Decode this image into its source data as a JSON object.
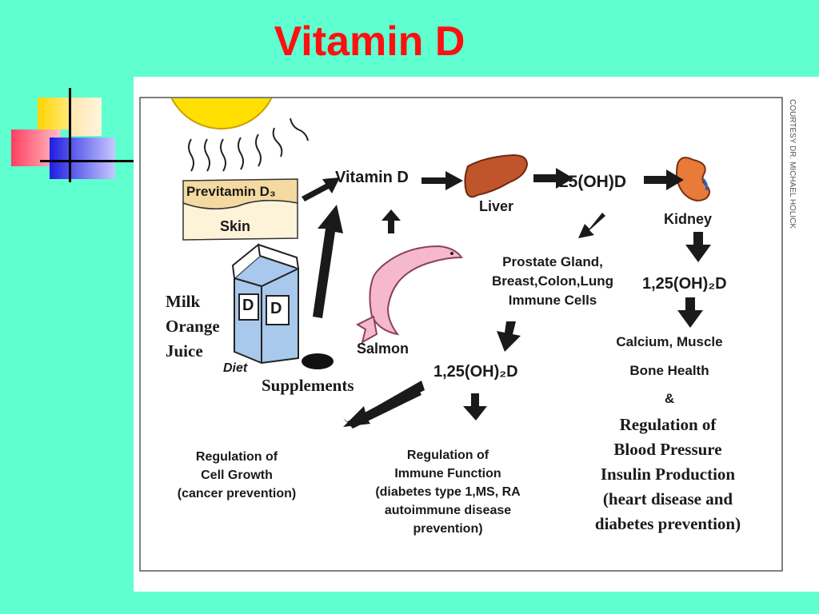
{
  "slide": {
    "title": "Vitamin D",
    "accent_color": "#ff1010",
    "background_color": "#5fffd0"
  },
  "diagram": {
    "credit": "COURTESY DR. MICHAEL HOLICK",
    "previtamin": "Previtamin D₃",
    "skin": "Skin",
    "vitamin_d": "Vitamin D",
    "liver": "Liver",
    "metabolite_25": "25(OH)D",
    "kidney": "Kidney",
    "tissues": [
      "Prostate Gland,",
      "Breast,Colon,Lung",
      "Immune Cells"
    ],
    "metabolite_125_kidney": "1,25(OH)₂D",
    "metabolite_125_local": "1,25(OH)₂D",
    "diet_sources": [
      "Milk",
      "Orange",
      "Juice"
    ],
    "carton_letters": [
      "D",
      "D"
    ],
    "diet": "Diet",
    "supplements": "Supplements",
    "salmon": "Salmon",
    "calcium_muscle": "Calcium, Muscle",
    "bone_health": "Bone Health",
    "ampersand": "&",
    "regulation_heart": [
      "Regulation of",
      "Blood Pressure",
      "Insulin Production",
      "(heart disease and",
      "diabetes prevention)"
    ],
    "regulation_growth": [
      "Regulation of",
      "Cell Growth",
      "(cancer prevention)"
    ],
    "regulation_immune": [
      "Regulation of",
      "Immune Function",
      "(diabetes type 1,MS, RA",
      "autoimmune disease",
      "prevention)"
    ]
  }
}
